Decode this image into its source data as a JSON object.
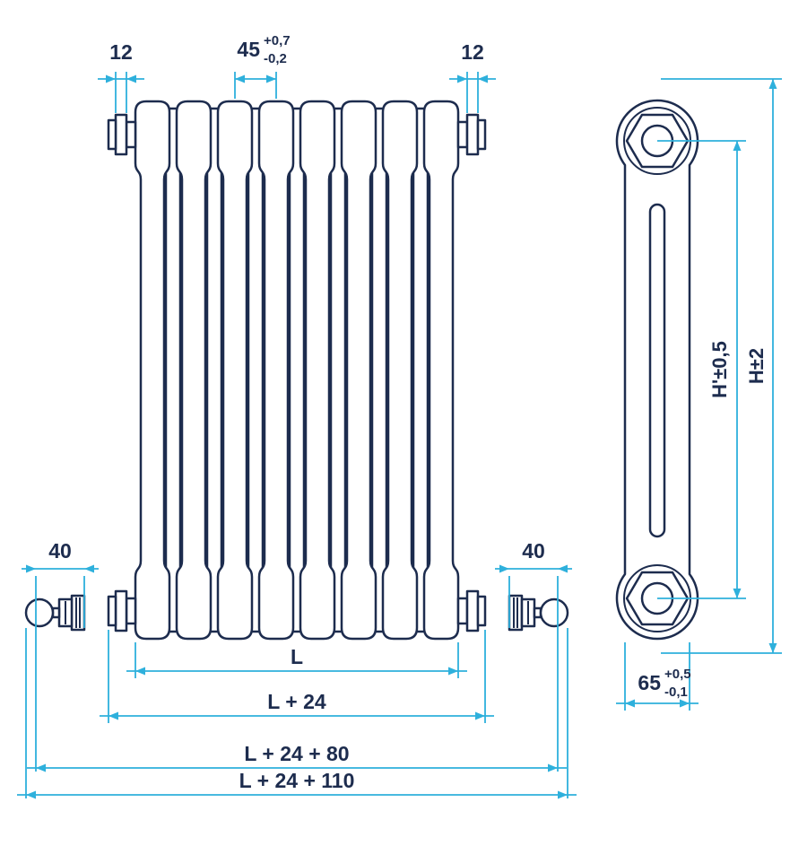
{
  "colors": {
    "outline": "#1d2c4e",
    "dimension": "#2eb0dc",
    "text": "#1d2c4e",
    "background": "#ffffff"
  },
  "front_view": {
    "column_count": 8,
    "dims": {
      "plug_left": "12",
      "plug_right": "12",
      "pitch": {
        "value": "45",
        "tol_plus": "+0,7",
        "tol_minus": "-0,2"
      },
      "valve_left": "40",
      "valve_right": "40",
      "length": "L",
      "length_plus_24": "L + 24",
      "length_plus_80": "L + 24 + 80",
      "length_plus_110": "L + 24 + 110"
    }
  },
  "side_view": {
    "dims": {
      "center_distance": "H'±0,5",
      "overall_height": "H±2",
      "depth": {
        "value": "65",
        "tol_plus": "+0,5",
        "tol_minus": "-0,1"
      }
    }
  }
}
